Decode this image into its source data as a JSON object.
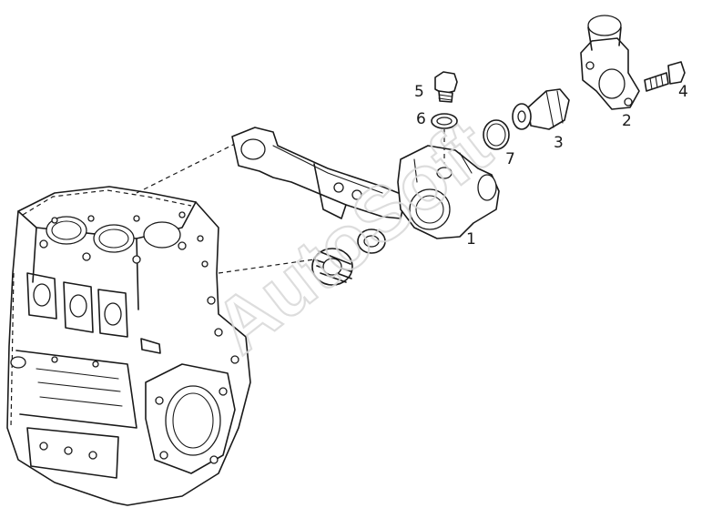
{
  "callouts": {
    "c1": "1",
    "c2": "2",
    "c3": "3",
    "c4": "4",
    "c5": "5",
    "c6": "6",
    "c7": "7"
  },
  "watermark": "AutoSoft"
}
